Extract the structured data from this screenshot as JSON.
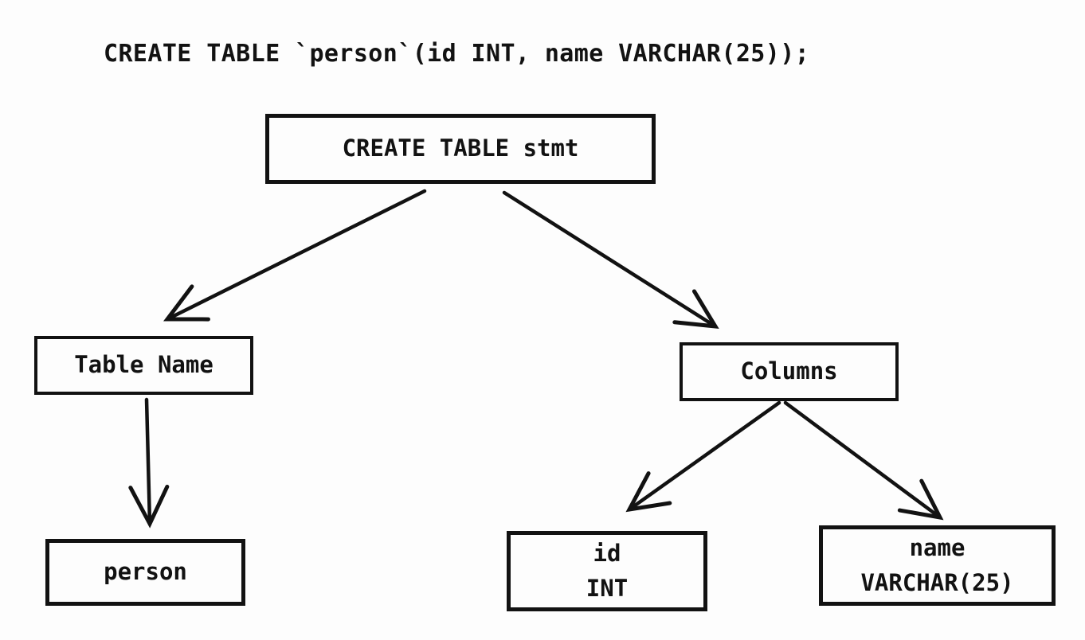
{
  "page": {
    "background_color": "#fdfdfd",
    "ink_color": "#121212"
  },
  "sql_statement": "CREATE TABLE `person`(id INT, name VARCHAR(25));",
  "diagram": {
    "type": "parse-tree",
    "nodes": {
      "stmt": {
        "line1": "CREATE TABLE stmt"
      },
      "table_name": {
        "line1": "Table Name"
      },
      "columns": {
        "line1": "Columns"
      },
      "person": {
        "line1": "person"
      },
      "col_id": {
        "line1": "id",
        "line2": "INT"
      },
      "col_name": {
        "line1": "name",
        "line2": "VARCHAR(25)"
      }
    },
    "edges": [
      {
        "from": "CREATE TABLE stmt",
        "to": "Table Name"
      },
      {
        "from": "CREATE TABLE stmt",
        "to": "Columns"
      },
      {
        "from": "Table Name",
        "to": "person"
      },
      {
        "from": "Columns",
        "to": "id INT"
      },
      {
        "from": "Columns",
        "to": "name VARCHAR(25)"
      }
    ]
  }
}
